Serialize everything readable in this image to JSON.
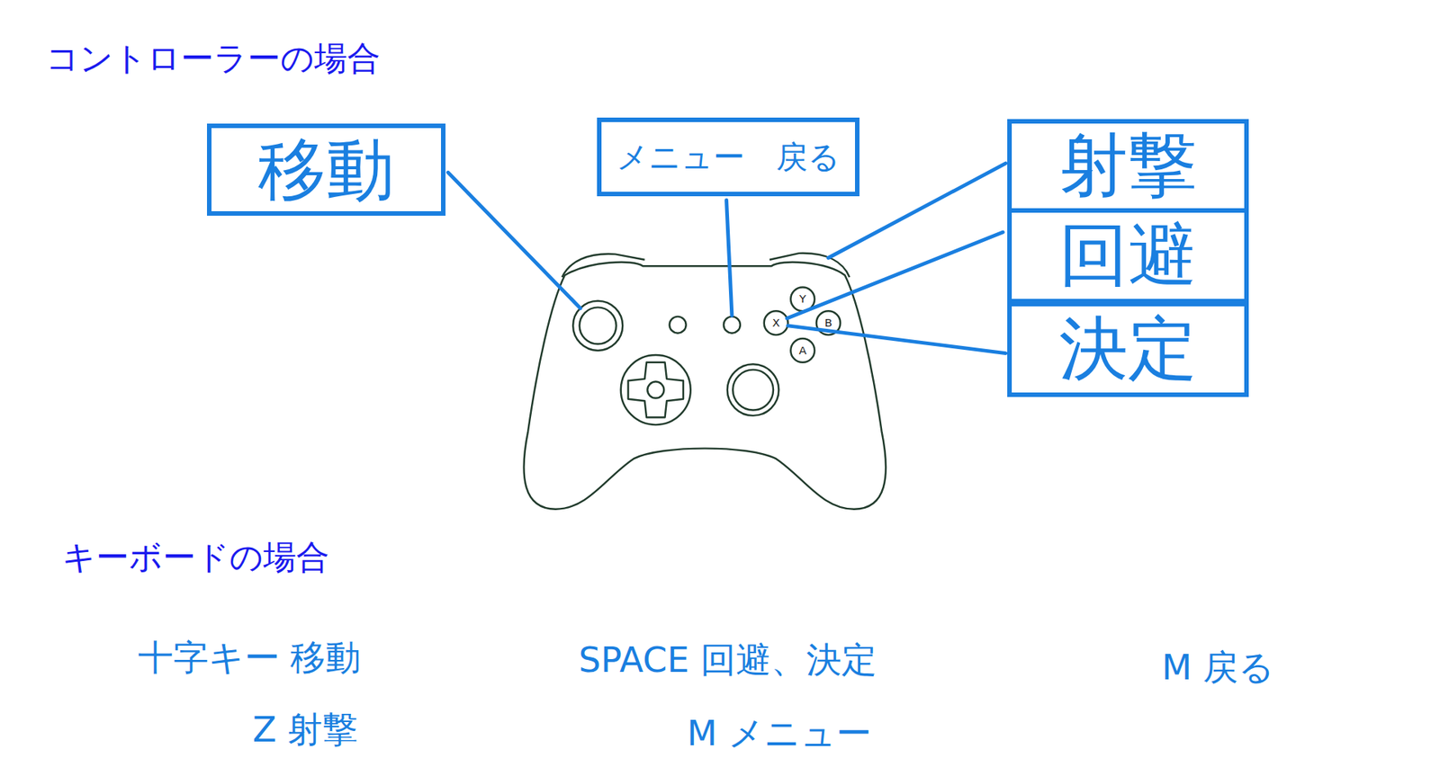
{
  "diagram": {
    "nodes": [
      {
        "text": [
          "移動"
        ]
      },
      {
        "text": [
          "メニュー　戻る"
        ]
      },
      {
        "text": [
          "射撃"
        ]
      },
      {
        "text": [
          "回避"
        ]
      },
      {
        "text": [
          "決定"
        ]
      }
    ],
    "labels": [
      "コントローラーの場合",
      "Y",
      "X",
      "B",
      "A",
      "キーボードの場合",
      "十字キー 移動",
      "SPACE 回避、決定",
      "M 戻る",
      "Z 射撃",
      "M メニュー"
    ]
  }
}
